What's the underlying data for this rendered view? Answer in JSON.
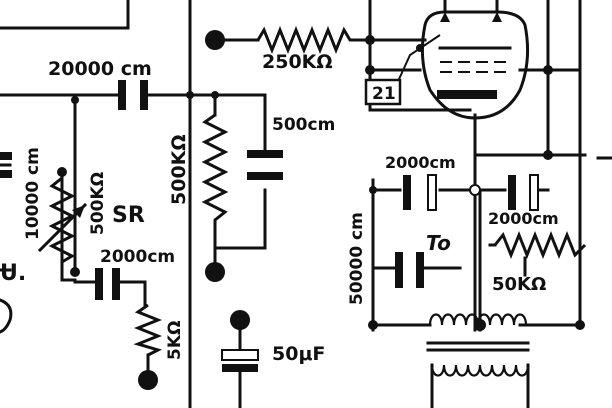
{
  "labels": {
    "c_20000": "20000 cm",
    "r_250k": "250KΩ",
    "tag_21": "21",
    "c_500": "500cm",
    "r_500k_vertical": "500KΩ",
    "c_10000": "10000 cm",
    "r_500k_sr": "500KΩ",
    "sr": "SR",
    "u_partial": "U.",
    "c_2000_lower": "2000cm",
    "r_5k": "5KΩ",
    "c_50uf": "50μF",
    "c_50000": "50000 cm",
    "c_2000_right": "2000cm",
    "c_2000_right2": "2000cm",
    "to": "To",
    "r_50k": "50KΩ"
  },
  "colors": {
    "ink": "#111111",
    "paper": "#ffffff"
  }
}
